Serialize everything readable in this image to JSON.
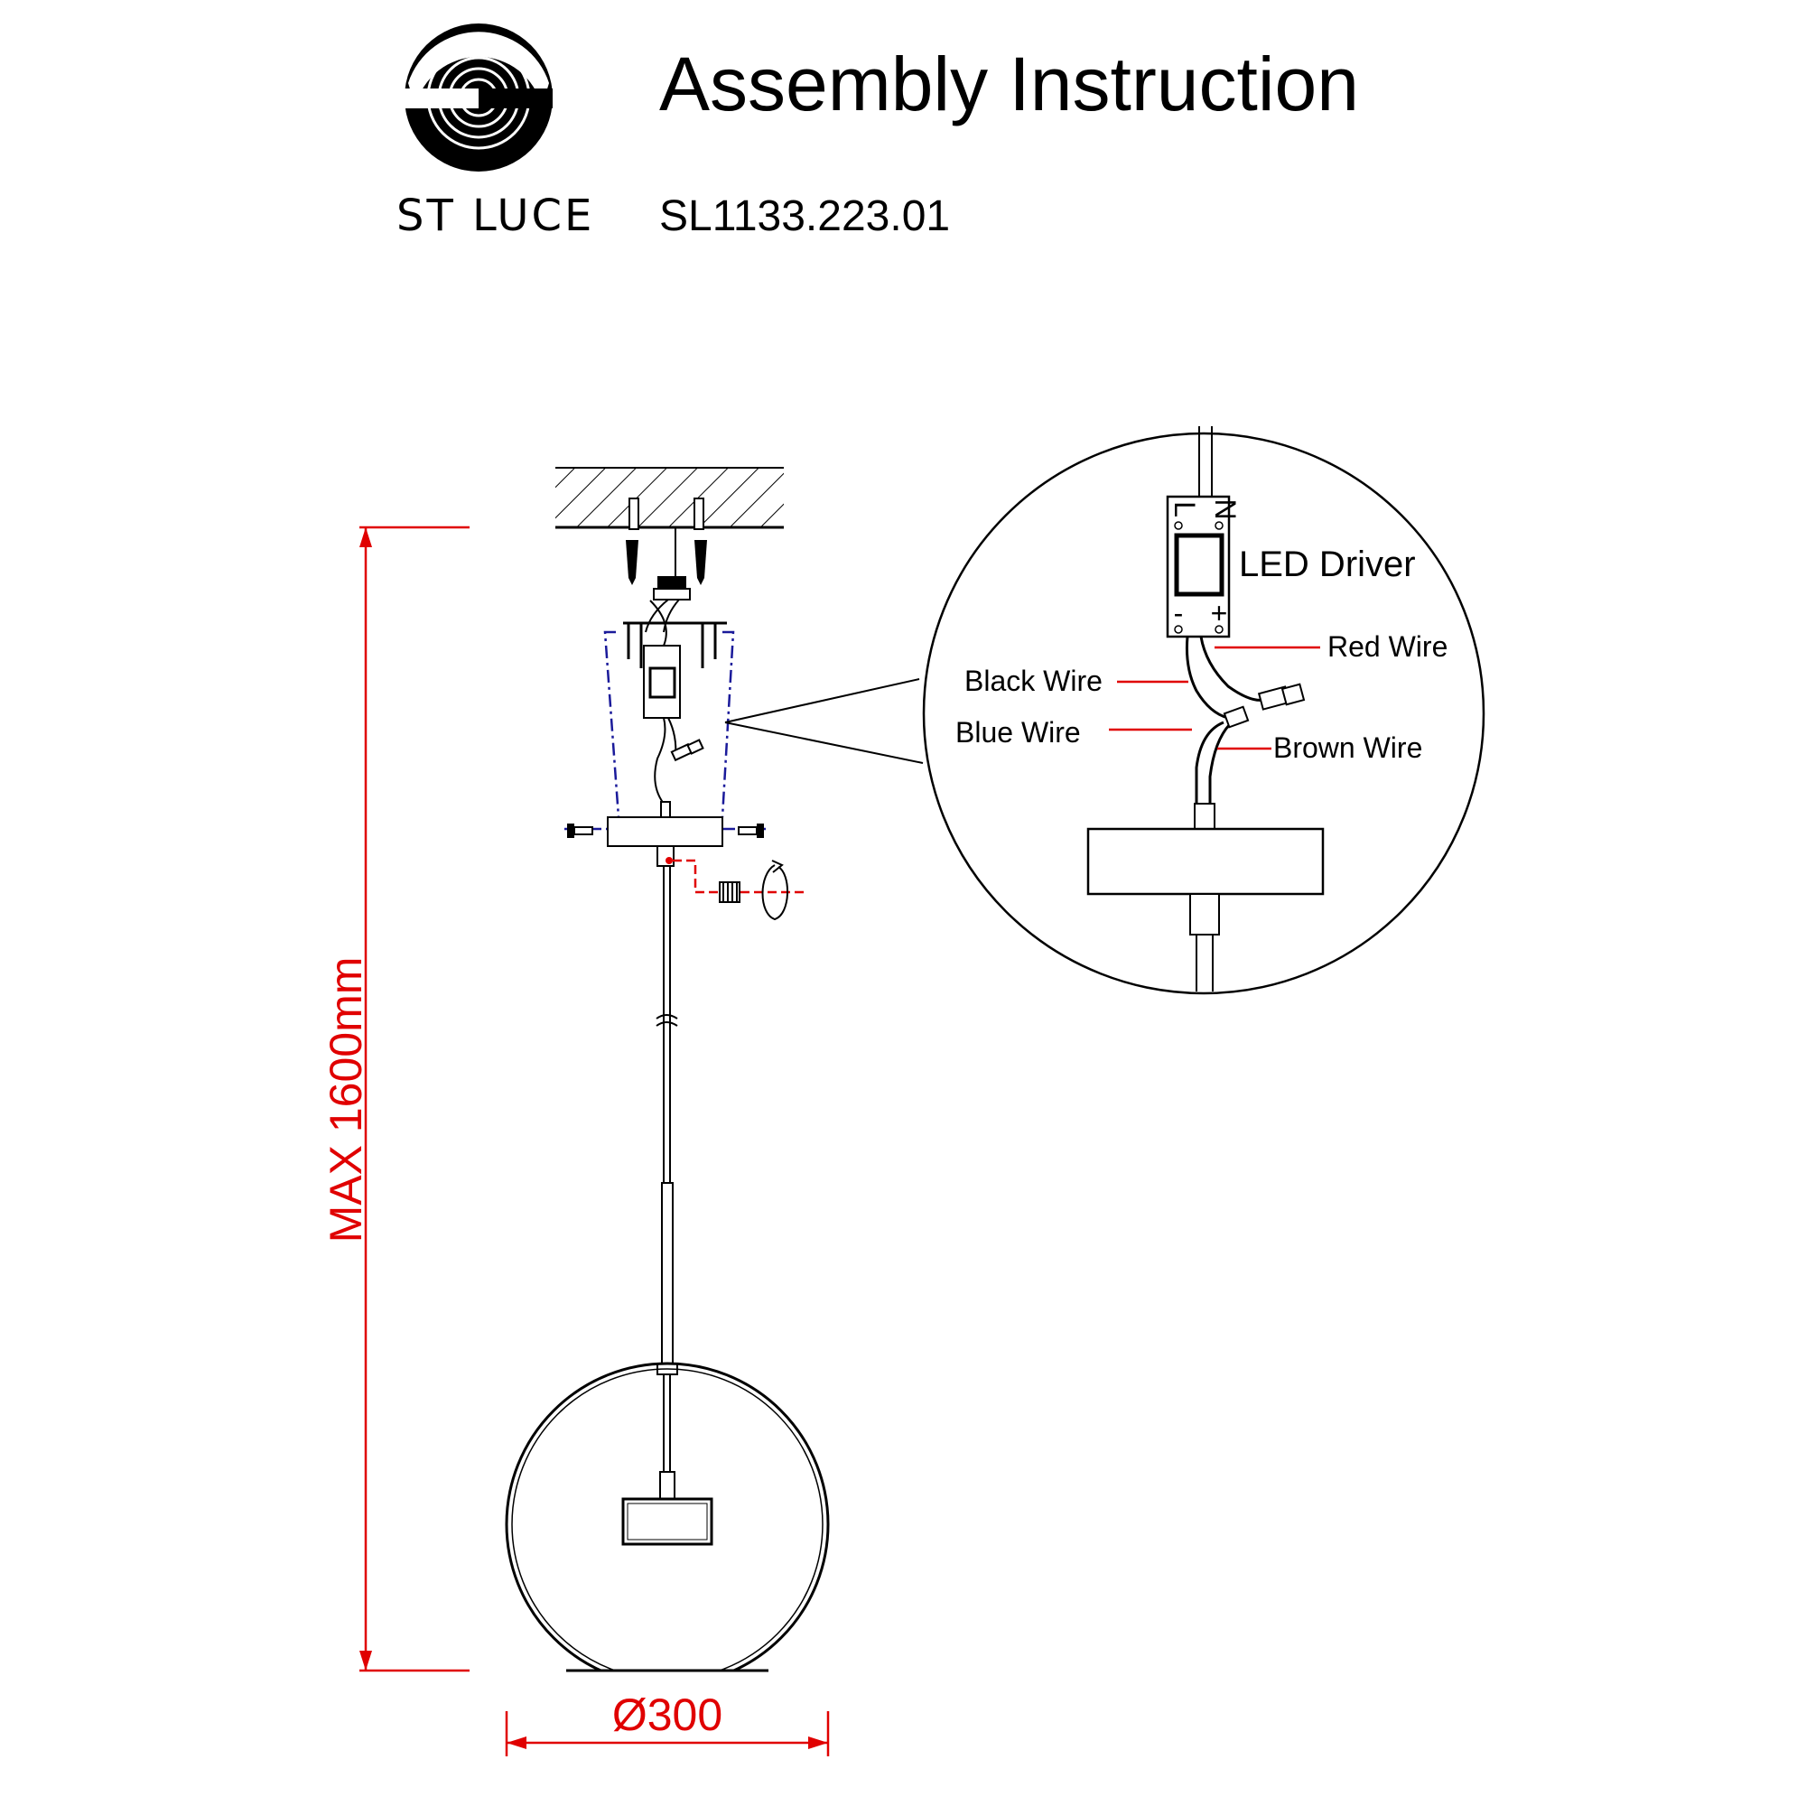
{
  "header": {
    "brand_name": "ST LUCE",
    "title": "Assembly Instruction",
    "model_number": "SL1133.223.01"
  },
  "dimensions": {
    "height_label": "MAX 1600mm",
    "diameter_label": "Ø300"
  },
  "detail_callout": {
    "driver_label": "LED Driver",
    "wires": {
      "red": "Red Wire",
      "black": "Black  Wire",
      "blue": "Blue  Wire",
      "brown": "Brown  Wire"
    },
    "driver_terminals": {
      "top_left": "L",
      "top_right": "N",
      "bottom_left": "-",
      "bottom_right": "+"
    }
  },
  "colors": {
    "dimension": "#e00000",
    "guide_dashed": "#1a1a9a",
    "line": "#000000"
  }
}
